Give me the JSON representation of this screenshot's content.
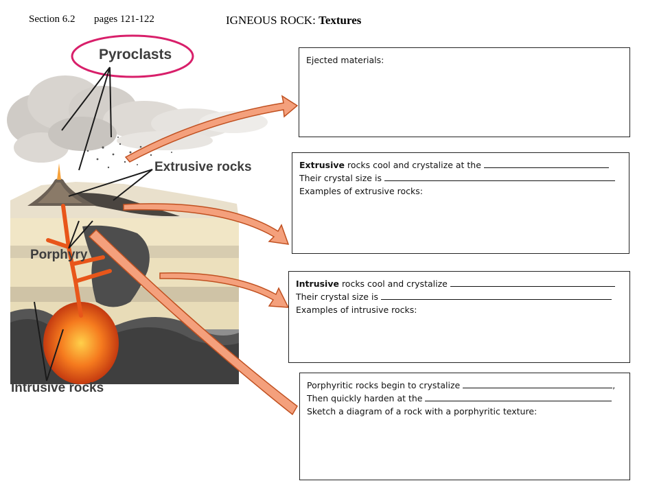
{
  "header": {
    "section": "Section 6.2",
    "pages": "pages 121-122",
    "title_bold": "IGNEOUS ROCK:",
    "title_rest": "Textures"
  },
  "diagram": {
    "labels": {
      "pyroclasts": "Pyroclasts",
      "extrusive": "Extrusive rocks",
      "porphyry": "Porphyry",
      "intrusive": "Intrusive rocks"
    }
  },
  "boxes": {
    "ejected": {
      "prompt": "Ejected materials:"
    },
    "extrusive": {
      "term": "Extrusive",
      "line1_rest": "rocks cool and crystalize at the",
      "line2": "Their crystal size is",
      "line3": "Examples of extrusive rocks:"
    },
    "intrusive": {
      "term": "Intrusive",
      "line1_rest": "rocks cool and crystalize",
      "line2": "Their crystal size is",
      "line3": "Examples of intrusive rocks:"
    },
    "porphyritic": {
      "line1": "Porphyritic rocks begin to crystalize",
      "line1_end": ",",
      "line2": "Then quickly harden at the",
      "line3": "Sketch a diagram of a rock with a porphyritic  texture:"
    }
  },
  "colors": {
    "arrow_fill": "#f4a07c",
    "arrow_stroke": "#c05020",
    "circle": "#d81f6a",
    "magma": "#f26a1e"
  }
}
